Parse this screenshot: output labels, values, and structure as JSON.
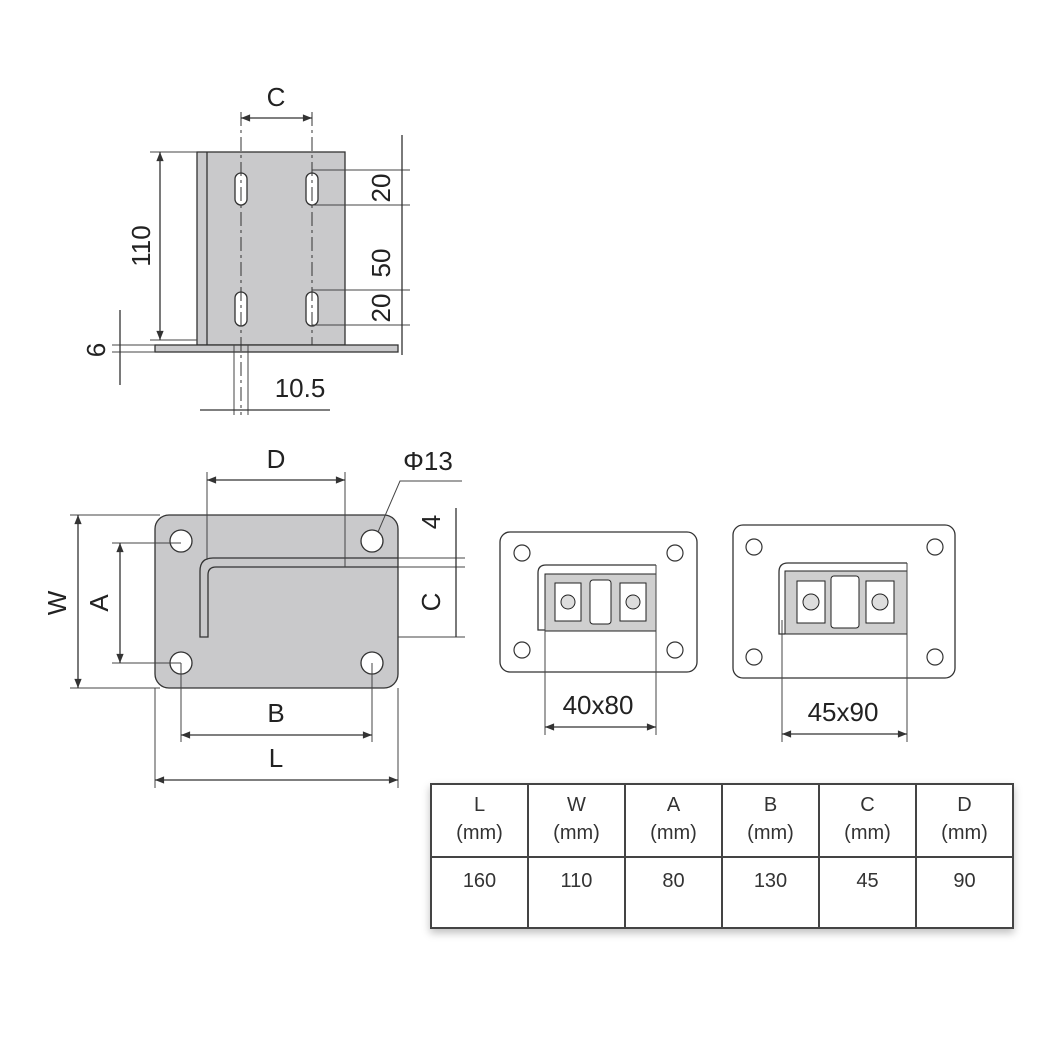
{
  "side_view": {
    "label_C": "C",
    "label_110": "110",
    "label_20a": "20",
    "label_50": "50",
    "label_20b": "20",
    "label_6": "6",
    "label_10_5": "10.5"
  },
  "plan_view": {
    "label_D": "D",
    "label_phi13": "Φ13",
    "label_W": "W",
    "label_A": "A",
    "label_4": "4",
    "label_C": "C",
    "label_B": "B",
    "label_L": "L"
  },
  "profiles": [
    {
      "label": "40x80"
    },
    {
      "label": "45x90"
    }
  ],
  "table": {
    "headers": [
      {
        "name": "L",
        "unit": "(mm)"
      },
      {
        "name": "W",
        "unit": "(mm)"
      },
      {
        "name": "A",
        "unit": "(mm)"
      },
      {
        "name": "B",
        "unit": "(mm)"
      },
      {
        "name": "C",
        "unit": "(mm)"
      },
      {
        "name": "D",
        "unit": "(mm)"
      }
    ],
    "values": [
      "160",
      "110",
      "80",
      "130",
      "45",
      "90"
    ]
  },
  "colors": {
    "plate_fill": "#c9c9cb",
    "line": "#333333"
  }
}
